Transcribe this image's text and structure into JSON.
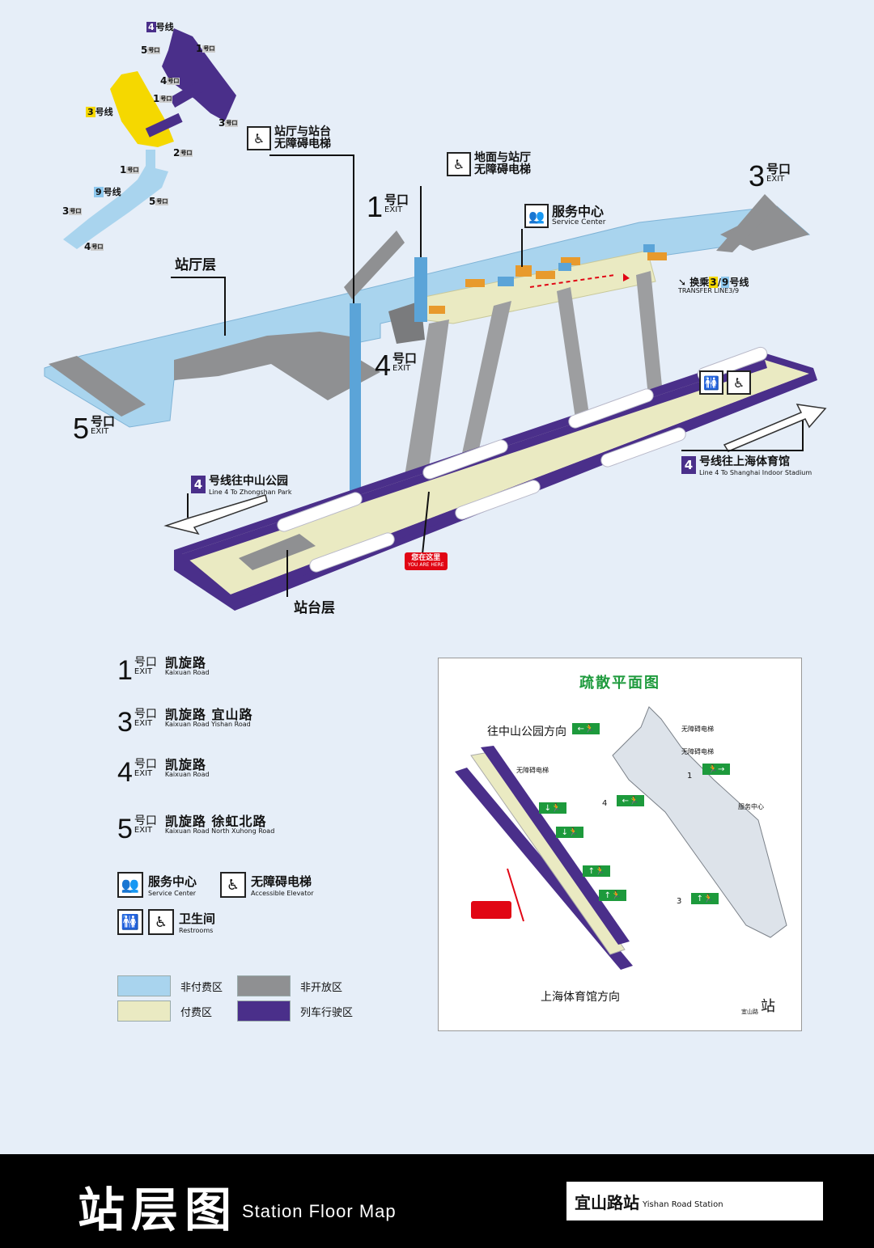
{
  "colors": {
    "background": "#e6eef8",
    "non_paid": "#a9d4ee",
    "paid": "#eaeac2",
    "closed": "#8f9092",
    "track": "#4a2f8a",
    "line3": "#f5d800",
    "line4": "#4a2f8a",
    "line9": "#8ec8ee",
    "evac_green": "#1d9a3c",
    "you_are_here": "#e10614"
  },
  "overview": {
    "line4_label": {
      "num": "4",
      "text": "号线"
    },
    "line3_label": {
      "num": "3",
      "text": "号线"
    },
    "line9_label": {
      "num": "9",
      "text": "号线"
    },
    "line4_exits": [
      "5",
      "1",
      "4",
      "1",
      "3"
    ],
    "line3_exits": [
      "2"
    ],
    "line9_exits": [
      "1",
      "3",
      "5",
      "4"
    ],
    "exit_tag": "号口"
  },
  "map3d": {
    "concourse_label": "站厅层",
    "platform_label": "站台层",
    "elevator_concourse_platform": {
      "zh1": "站厅与站台",
      "zh2": "无障碍电梯",
      "icon": "accessible-elevator-icon"
    },
    "elevator_ground_concourse": {
      "zh1": "地面与站厅",
      "zh2": "无障碍电梯",
      "icon": "accessible-elevator-icon"
    },
    "service_center": {
      "zh": "服务中心",
      "en": "Service Center",
      "icon": "service-center-icon"
    },
    "transfer": {
      "prefix": "换乘",
      "l3": "3",
      "sep": "/",
      "l9": "9",
      "suffix": "号线",
      "en": "TRANSFER LINE3/9"
    },
    "exits": [
      {
        "num": "1",
        "zh": "号口",
        "en": "EXIT"
      },
      {
        "num": "3",
        "zh": "号口",
        "en": "EXIT"
      },
      {
        "num": "4",
        "zh": "号口",
        "en": "EXIT"
      },
      {
        "num": "5",
        "zh": "号口",
        "en": "EXIT"
      }
    ],
    "dir_zhongshan": {
      "badge": "4",
      "zh": "号线往中山公园",
      "en": "Line 4  To Zhongshan Park"
    },
    "dir_stadium": {
      "badge": "4",
      "zh": "号线往上海体育馆",
      "en": "Line 4  To Shanghai Indoor Stadium"
    },
    "you_are_here": {
      "zh": "您在这里",
      "en": "YOU ARE HERE"
    },
    "restroom_icons": [
      "restroom-icon",
      "wheelchair-icon"
    ]
  },
  "legend": {
    "exits": [
      {
        "num": "1",
        "zh": "号口",
        "en": "EXIT",
        "road_zh": "凯旋路",
        "road_en": "Kaixuan Road"
      },
      {
        "num": "3",
        "zh": "号口",
        "en": "EXIT",
        "road_zh": "凯旋路  宜山路",
        "road_en": "Kaixuan Road   Yishan Road"
      },
      {
        "num": "4",
        "zh": "号口",
        "en": "EXIT",
        "road_zh": "凯旋路",
        "road_en": "Kaixuan Road"
      },
      {
        "num": "5",
        "zh": "号口",
        "en": "EXIT",
        "road_zh": "凯旋路  徐虹北路",
        "road_en": "Kaixuan Road   North Xuhong Road"
      }
    ],
    "service_center": {
      "zh": "服务中心",
      "en": "Service Center"
    },
    "accessible_elevator": {
      "zh": "无障碍电梯",
      "en": "Accessible Elevator"
    },
    "restrooms": {
      "zh": "卫生间",
      "en": "Restrooms"
    },
    "areas": [
      {
        "label": "非付费区",
        "color": "#a9d4ee"
      },
      {
        "label": "付费区",
        "color": "#eaeac2"
      },
      {
        "label": "非开放区",
        "color": "#8f9092"
      },
      {
        "label": "列车行驶区",
        "color": "#4a2f8a"
      }
    ]
  },
  "evacuation": {
    "title": "疏散平面图",
    "dir_top": "往中山公园方向",
    "dir_bottom": "上海体育馆方向",
    "elevator_1": "无障碍电梯",
    "elevator_2": "无障碍电梯",
    "elevator_3": "无障碍电梯",
    "service": "服务中心",
    "station_pre": "宜山路",
    "station": "站",
    "exit1": "1",
    "exit3": "3",
    "exit4": "4"
  },
  "footer": {
    "title": "站层图",
    "subtitle": "Station Floor Map",
    "station_zh": "宜山路站",
    "station_en": "Yishan Road Station"
  }
}
